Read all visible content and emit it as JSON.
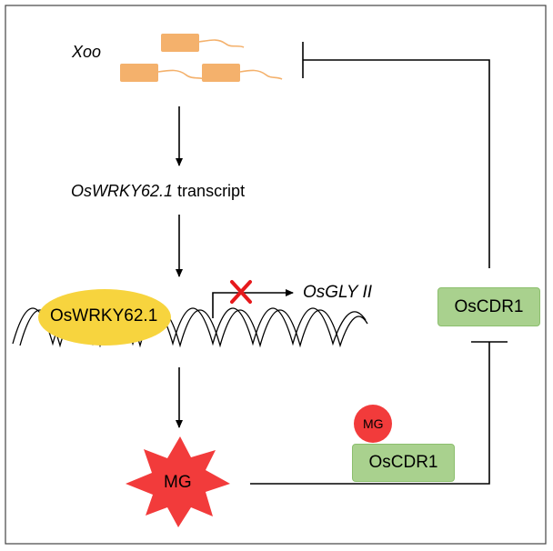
{
  "labels": {
    "xoo": "Xoo",
    "transcript_gene": "OsWRKY62.1",
    "transcript_word": " transcript",
    "wrky_protein": "OsWRKY62.1",
    "target_gene": "OsGLY II",
    "mg_bound": "MG",
    "cdr1_bound": "OsCDR1",
    "mg_star": "MG",
    "cdr1_right": "OsCDR1"
  },
  "colors": {
    "bacteria": "#f4b16c",
    "protein_ellipse": "#f7d43e",
    "box_green": "#a9d18e",
    "box_green_border": "#8cbf6e",
    "mg_red": "#f23b3b",
    "cross_red": "#e6191c",
    "line": "#000000"
  },
  "icons": {
    "repression": "x-mark-icon",
    "inhibition": "t-bar-icon"
  }
}
